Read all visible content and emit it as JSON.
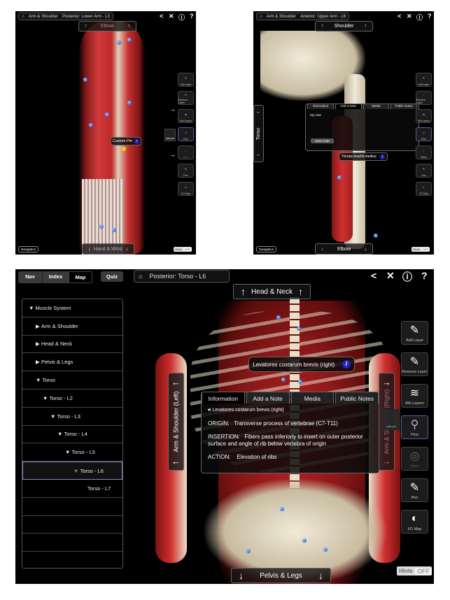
{
  "panel1": {
    "breadcrumb": [
      "Arm & Shoulder",
      "Posterior: Lower Arm - L3"
    ],
    "top_nav": "Elbow",
    "bottom_nav": "Hand & Wrist",
    "pin_label": "Custom Pin",
    "nav_button": "Navigation",
    "hints": {
      "label": "Hints",
      "state": "OFF"
    },
    "tools": [
      "Add Layer",
      "Remove Layer",
      "Mix Layers",
      "Pins",
      "Video",
      "Pen",
      "I/O Map"
    ],
    "add_pin": "Add pin"
  },
  "panel2": {
    "breadcrumb": [
      "Arm & Shoulder",
      "Anterior: Upper Arm - L6"
    ],
    "top_nav": "Shoulder",
    "bottom_nav": "Elbow",
    "side_nav": "Torso",
    "nav_button": "Navigation",
    "hints": {
      "label": "Hints",
      "state": "OFF"
    },
    "tabs": [
      "Information",
      "Add a Note",
      "Media",
      "Public Notes"
    ],
    "note_text": "My note",
    "save_note": "Save note",
    "muscle_label": "Triceps brachii medius",
    "tools": [
      "Add Layer",
      "Remove Layer",
      "Mix Layers",
      "Pins",
      "Video",
      "Pen",
      "I/O Map"
    ]
  },
  "panel3": {
    "nav_tabs": [
      "Nav",
      "Index",
      "Map"
    ],
    "quiz": "Quiz",
    "breadcrumb": "Posterior: Torso - L6",
    "top_nav": "Head & Neck",
    "bottom_nav": "Pelvis & Legs",
    "left_nav": "Arm & Shoulder (Left)",
    "right_nav": "Arm & Shoulder (Right)",
    "tree": [
      "Muscle System",
      "Arm & Shoulder",
      "Head & Neck",
      "Pelvis & Legs",
      "Torso",
      "Torso - L2",
      "Torso - L3",
      "Torso - L4",
      "Torso - L5",
      "Torso - L6",
      "Torso - L7"
    ],
    "muscle_label": "Levatores costarum brevis (right)",
    "tabs": [
      "Information",
      "Add a Note",
      "Media",
      "Public Notes"
    ],
    "info": {
      "name": "Levatores costarum brevis (right)",
      "origin_label": "ORIGIN:",
      "origin": "Transverse process of vertebrae (C7-T11)",
      "insertion_label": "INSERTION:",
      "insertion": "Fibers pass inferiorly to insert on outer posterior surface and angle of rib below vertebra of origin",
      "action_label": "ACTION:",
      "action": "Elevation of ribs"
    },
    "tools": [
      "Add Layer",
      "Remove Layer",
      "Mix Layers",
      "Pins",
      "Video",
      "Pen",
      "I/O Map"
    ],
    "add_pin": "Add pin",
    "hints": {
      "label": "Hints",
      "state": "OFF"
    }
  },
  "colors": {
    "muscle": "#c8282c",
    "bone": "#e8e0c8",
    "selected": "#5a5aa8",
    "pin": "#1040d0"
  }
}
